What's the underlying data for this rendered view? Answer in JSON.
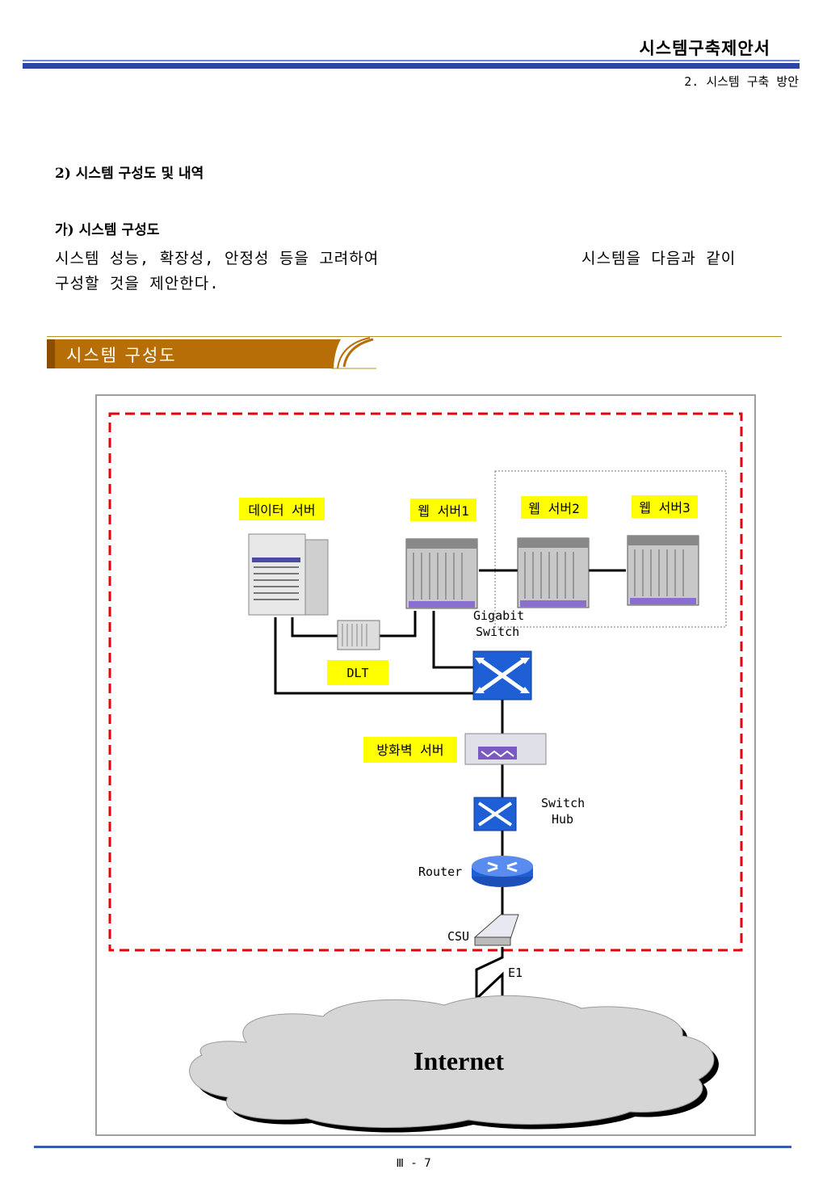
{
  "header": {
    "title": "시스템구축제안서",
    "subtitle": "2. 시스템 구축 방안"
  },
  "section": {
    "heading": "2) 시스템 구성도 및 내역",
    "subheading": "가) 시스템 구성도",
    "paragraph_line1_left": "시스템 성능, 확장성, 안정성 등을 고려하여",
    "paragraph_line1_right": "시스템을 다음과 같이",
    "paragraph_line2": "구성할 것을 제안한다."
  },
  "banner": {
    "label": "시스템 구성도"
  },
  "diagram": {
    "data_server": "데이터 서버",
    "web_server1": "웹 서버1",
    "web_server2": "웹 서버2",
    "web_server3": "웹 서버3",
    "gigabit_switch_l1": "Gigabit",
    "gigabit_switch_l2": "Switch",
    "dlt": "DLT",
    "firewall": "방화벽 서버",
    "switch_hub_l1": "Switch",
    "switch_hub_l2": "Hub",
    "router": "Router",
    "csu": "CSU",
    "e1": "E1",
    "internet": "Internet"
  },
  "footer": {
    "page": "Ⅲ - 7"
  },
  "colors": {
    "accent_blue": "#2c46a8",
    "banner_brown": "#b86e06",
    "label_yellow": "#ffff00",
    "dash_red": "#e8000b"
  }
}
